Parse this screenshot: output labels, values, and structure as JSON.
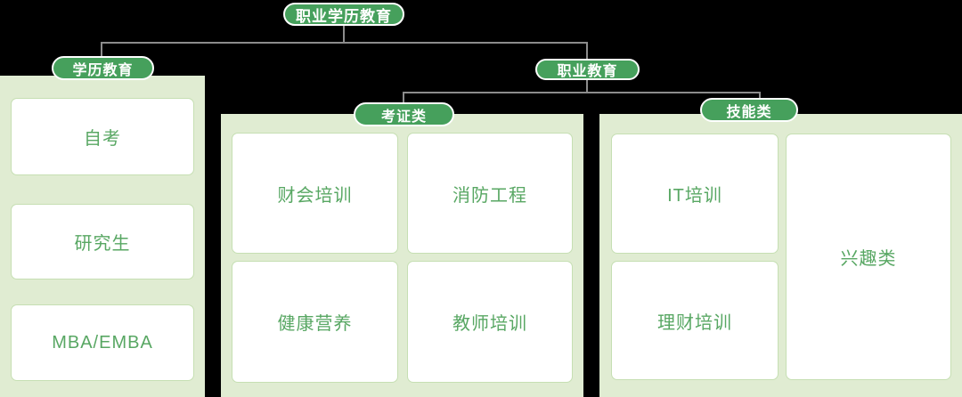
{
  "tree": {
    "root": {
      "label": "职业学历教育"
    },
    "branches": [
      {
        "label": "学历教育",
        "items": [
          "自考",
          "研究生",
          "MBA/EMBA"
        ]
      },
      {
        "label": "职业教育",
        "groups": [
          {
            "label": "考证类",
            "items": [
              "财会培训",
              "消防工程",
              "健康营养",
              "教师培训"
            ]
          },
          {
            "label": "技能类",
            "items": [
              "IT培训",
              "理财培训",
              "兴趣类"
            ]
          }
        ]
      }
    ]
  },
  "colors": {
    "pill_green": "#46a05c",
    "panel_background": "#e0ecd2",
    "card_border": "#c6dfb3",
    "card_text": "#58a763",
    "connector_gray": "#8c8c8c",
    "page_background": "#000000",
    "pill_text": "#ffffff",
    "card_background": "#ffffff"
  }
}
